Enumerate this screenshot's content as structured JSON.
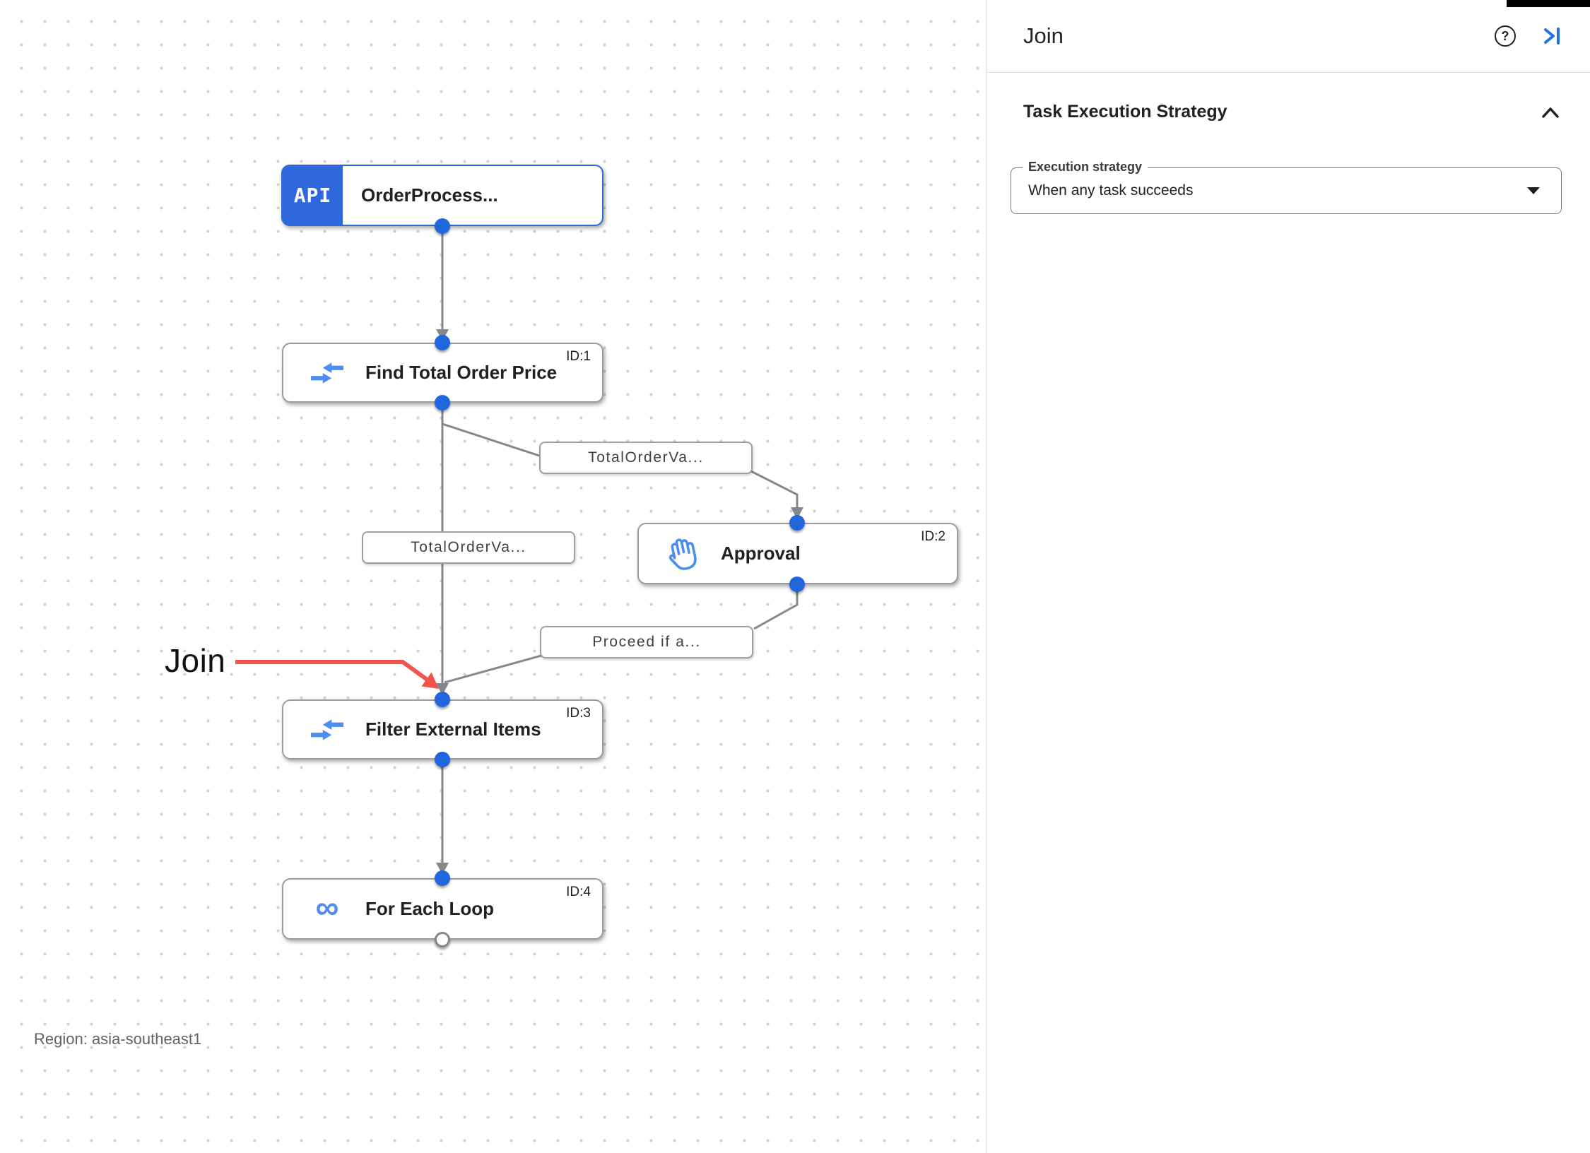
{
  "canvas": {
    "region_label": "Region: asia-southeast1",
    "annotation": {
      "label": "Join",
      "arrow_color": "#f0544a"
    },
    "nodes": [
      {
        "title": "OrderProcess...",
        "badge": "",
        "icon": "api-trigger-icon",
        "icon_text": "API"
      },
      {
        "title": "Find Total Order Price",
        "badge": "ID:1",
        "icon": "data-mapping-icon"
      },
      {
        "title": "Approval",
        "badge": "ID:2",
        "icon": "approval-hand-icon"
      },
      {
        "title": "Filter External Items",
        "badge": "ID:3",
        "icon": "data-mapping-icon"
      },
      {
        "title": "For Each Loop",
        "badge": "ID:4",
        "icon": "loop-icon",
        "icon_glyph": "∞"
      }
    ],
    "edge_labels": [
      {
        "text": "TotalOrderVa..."
      },
      {
        "text": "TotalOrderVa..."
      },
      {
        "text": "Proceed if a..."
      }
    ],
    "colors": {
      "edge_gray": "#84888d",
      "port_blue": "#2166dc",
      "trigger_blue": "#2f68dc",
      "icon_blue": "#4d8df2",
      "annotation_red": "#f0544a"
    }
  },
  "panel": {
    "title": "Join",
    "help_glyph": "?",
    "section": {
      "title": "Task Execution Strategy",
      "field_label": "Execution strategy",
      "field_value": "When any task succeeds"
    }
  }
}
